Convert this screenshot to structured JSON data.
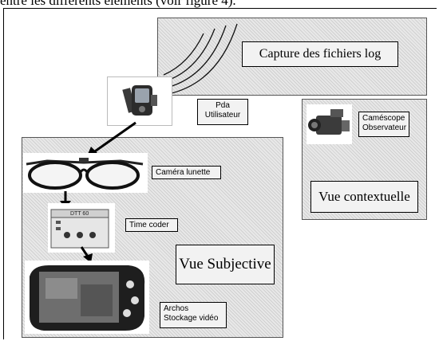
{
  "header_fragment": "entre les différents éléments (voir figure 4).",
  "labels": {
    "capture": "Capture des fichiers log",
    "pda_line1": "Pda",
    "pda_line2": "Utilisateur",
    "camescope_line1": "Caméscope",
    "camescope_line2": "Observateur",
    "vue_contextuelle": "Vue contextuelle",
    "camera_lunette": "Caméra lunette",
    "time_coder": "Time coder",
    "vue_subjective": "Vue Subjective",
    "archos_line1": "Archos",
    "archos_line2": "Stockage vidéo",
    "dtt": "DTT 60"
  }
}
